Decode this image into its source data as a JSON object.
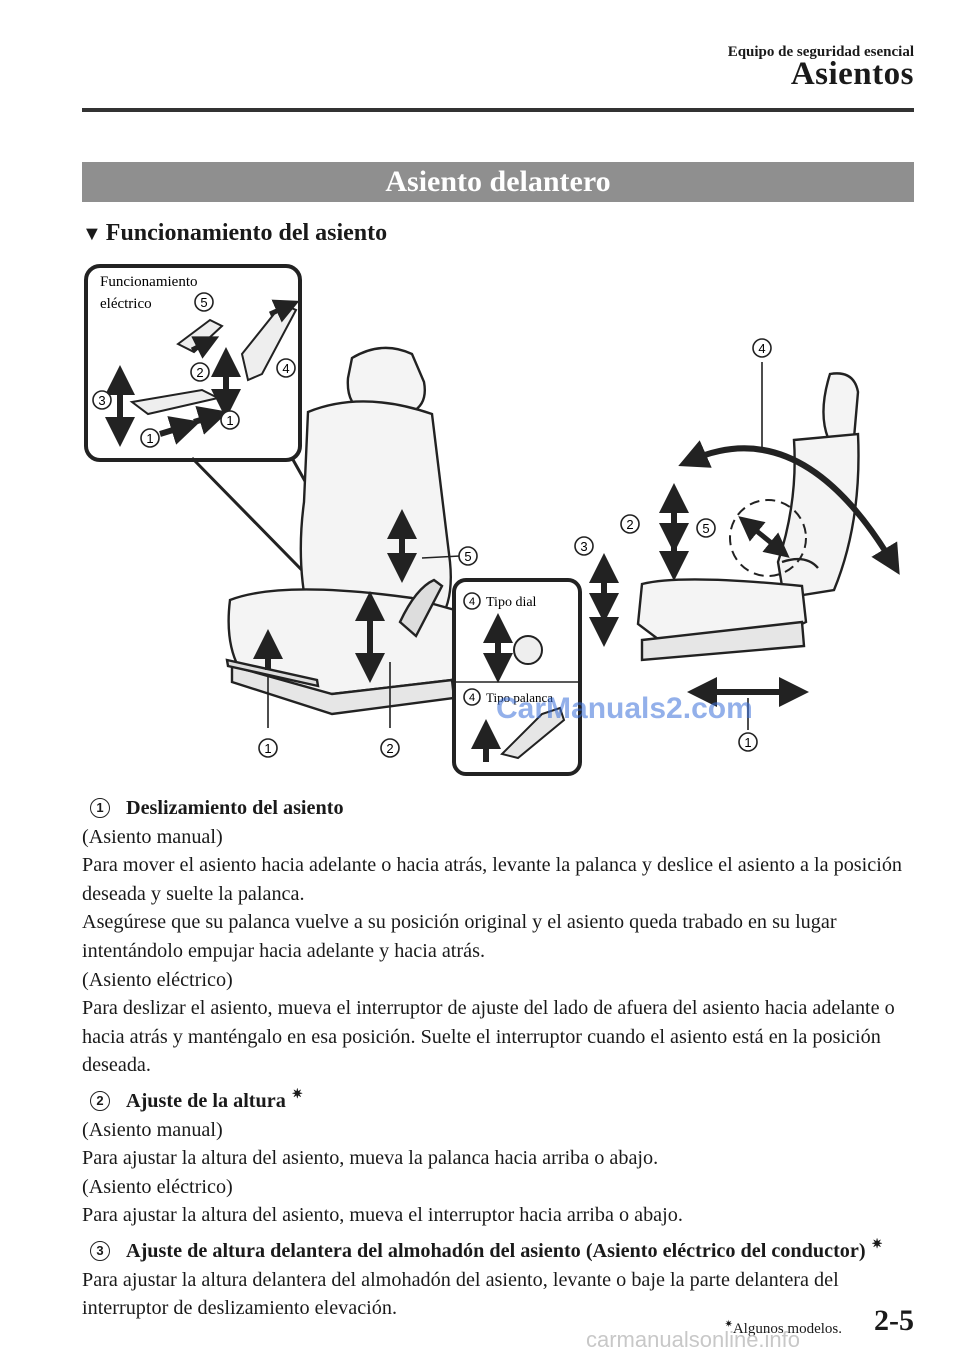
{
  "header": {
    "section": "Equipo de seguridad esencial",
    "chapter": "Asientos"
  },
  "banner": "Asiento delantero",
  "subheading": "Funcionamiento del asiento",
  "figure": {
    "inset_label_line1": "Funcionamiento",
    "inset_label_line2": "eléctrico",
    "dial_label": "Tipo dial",
    "lever_label": "Tipo palanca",
    "watermark_overlay": "CarManuals2.com",
    "callouts": [
      "1",
      "2",
      "3",
      "4",
      "5"
    ]
  },
  "items": [
    {
      "number": "1",
      "title": "Deslizamiento del asiento",
      "star": false,
      "paragraphs": [
        "(Asiento manual)",
        "Para mover el asiento hacia adelante o hacia atrás, levante la palanca y deslice el asiento a la posición deseada y suelte la palanca.",
        "Asegúrese que su palanca vuelve a su posición original y el asiento queda trabado en su lugar intentándolo empujar hacia adelante y hacia atrás.",
        "(Asiento eléctrico)",
        "Para deslizar el asiento, mueva el interruptor de ajuste del lado de afuera del asiento hacia adelante o hacia atrás y manténgalo en esa posición. Suelte el interruptor cuando el asiento está en la posición deseada."
      ]
    },
    {
      "number": "2",
      "title": "Ajuste de la altura",
      "star": true,
      "paragraphs": [
        "(Asiento manual)",
        "Para ajustar la altura del asiento, mueva la palanca hacia arriba o abajo.",
        "(Asiento eléctrico)",
        "Para ajustar la altura del asiento, mueva el interruptor hacia arriba o abajo."
      ]
    },
    {
      "number": "3",
      "title": "Ajuste de altura delantera del almohadón del asiento (Asiento eléctrico del conductor)",
      "star": true,
      "paragraphs": [
        "Para ajustar la altura delantera del almohadón del asiento, levante o baje la parte delantera del interruptor de deslizamiento elevación."
      ]
    }
  ],
  "footer": {
    "star_glyph": "✷",
    "note": "Algunos modelos.",
    "page_number": "2-5"
  },
  "watermark": "carmanualsonline.info"
}
